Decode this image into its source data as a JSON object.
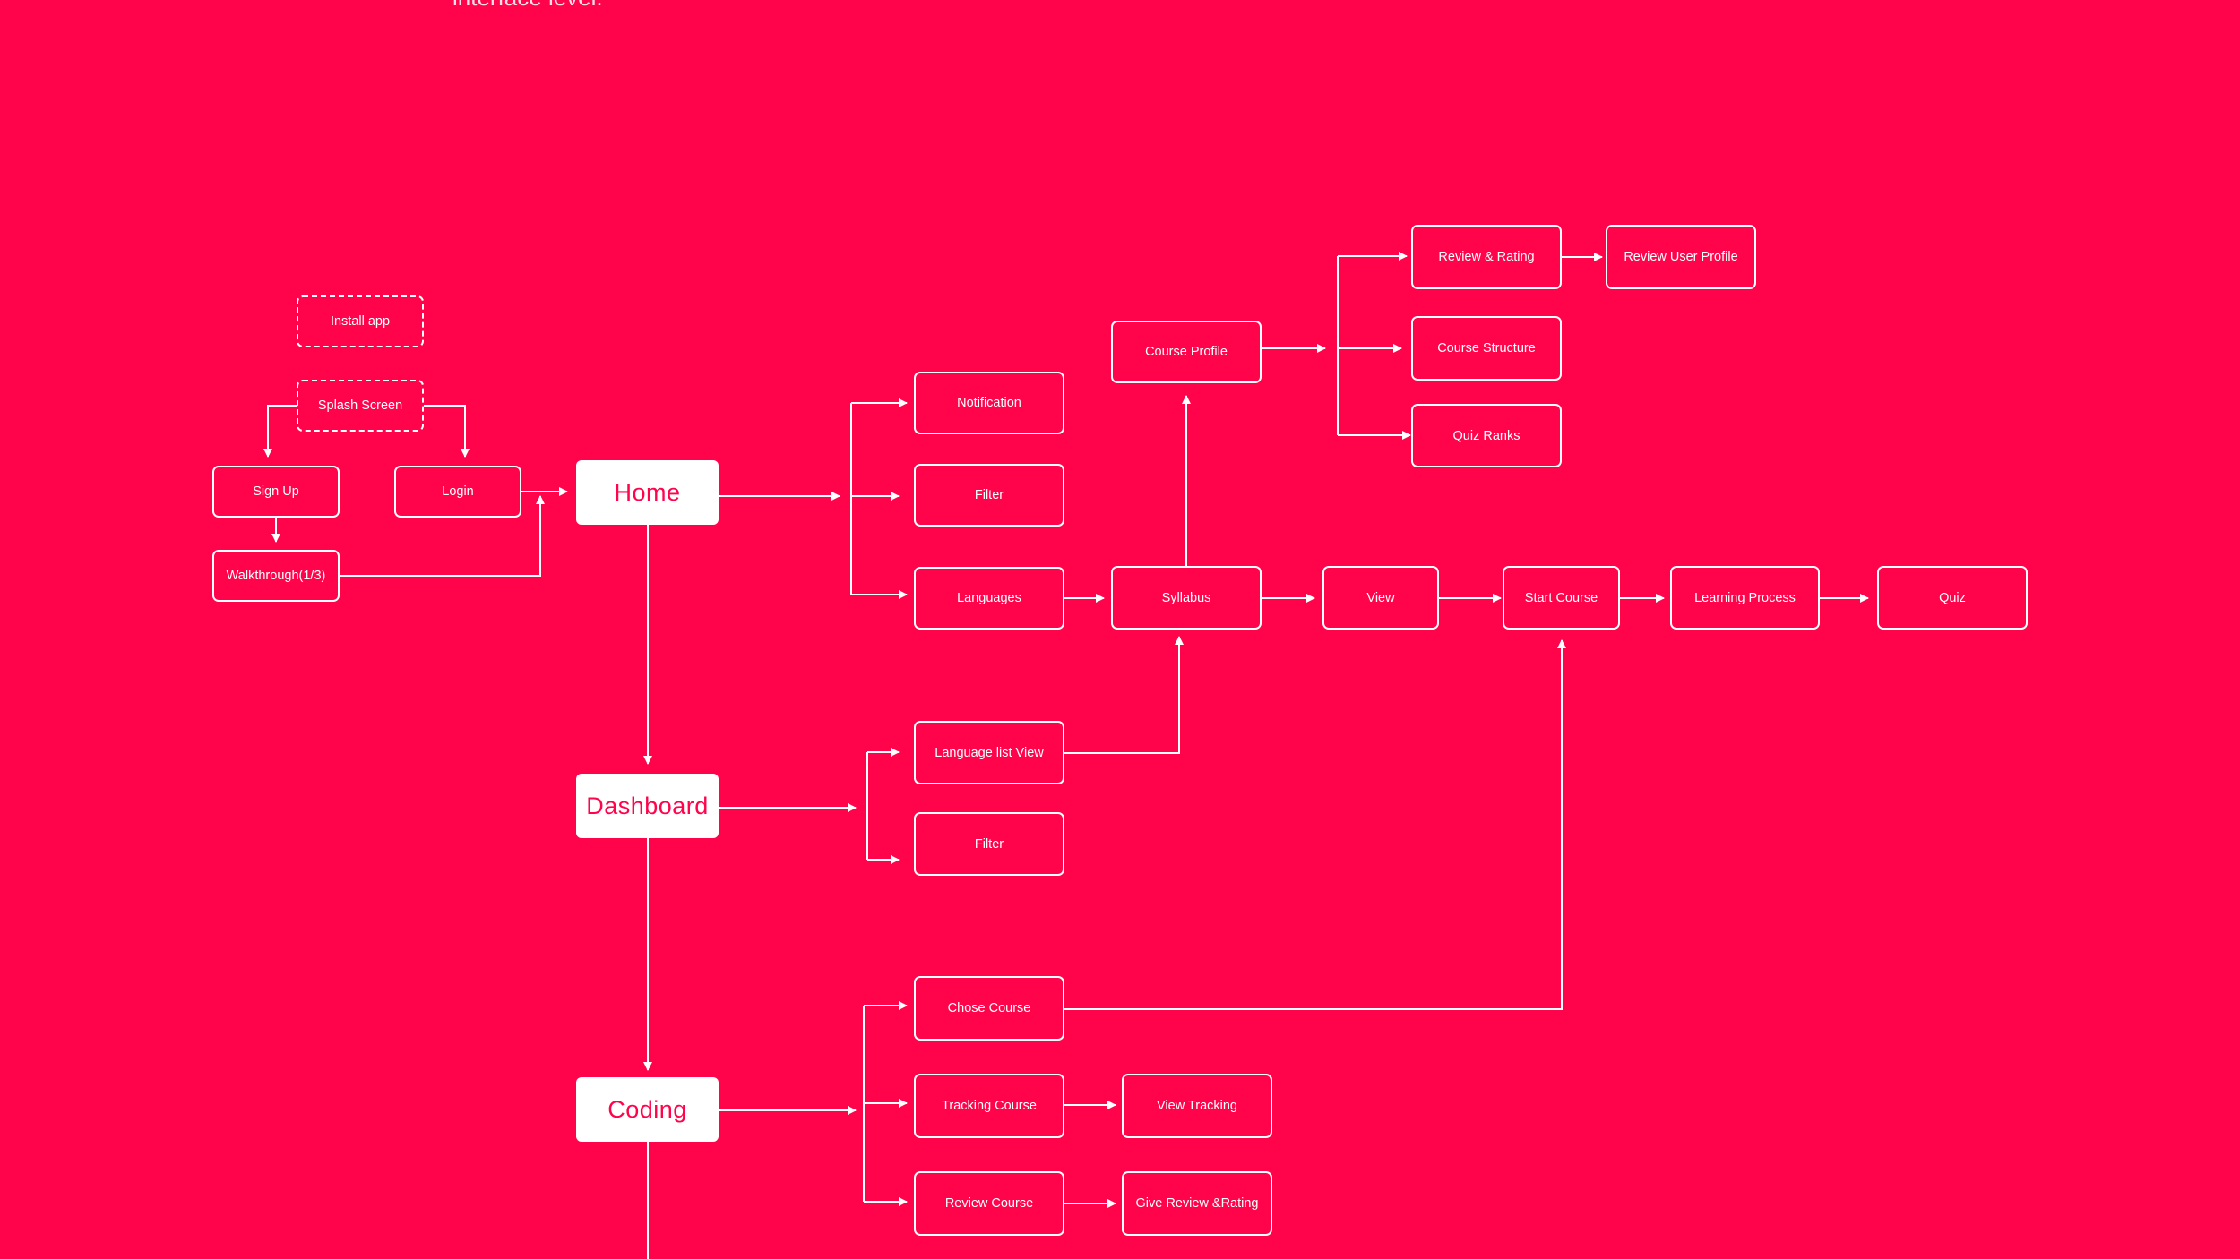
{
  "caption": "interface level.",
  "colors": {
    "background": "#ff034b",
    "line": "#ffffff",
    "primary_text": "#ff034b"
  },
  "nodes": {
    "install_app": "Install app",
    "splash_screen": "Splash Screen",
    "sign_up": "Sign Up",
    "login": "Login",
    "walkthrough": "Walkthrough(1/3)",
    "home": "Home",
    "dashboard": "Dashboard",
    "coding": "Coding",
    "notification": "Notification",
    "filter_home": "Filter",
    "languages": "Languages",
    "syllabus": "Syllabus",
    "course_profile": "Course Profile",
    "review_rating": "Review & Rating",
    "review_user_profile": "Review User Profile",
    "course_structure": "Course Structure",
    "quiz_ranks": "Quiz Ranks",
    "view": "View",
    "start_course": "Start Course",
    "learning_process": "Learning Process",
    "quiz": "Quiz",
    "language_list_view": "Language list View",
    "filter_dashboard": "Filter",
    "chose_course": "Chose Course",
    "tracking_course": "Tracking Course",
    "view_tracking": "View Tracking",
    "review_course": "Review Course",
    "give_review_rating": "Give Review &Rating"
  },
  "connections": [
    [
      "splash_screen",
      "sign_up"
    ],
    [
      "splash_screen",
      "login"
    ],
    [
      "sign_up",
      "walkthrough"
    ],
    [
      "login",
      "home"
    ],
    [
      "walkthrough",
      "home"
    ],
    [
      "home",
      "notification"
    ],
    [
      "home",
      "filter_home"
    ],
    [
      "home",
      "languages"
    ],
    [
      "home",
      "dashboard"
    ],
    [
      "dashboard",
      "coding"
    ],
    [
      "languages",
      "syllabus"
    ],
    [
      "syllabus",
      "course_profile"
    ],
    [
      "syllabus",
      "view"
    ],
    [
      "course_profile",
      "review_rating"
    ],
    [
      "course_profile",
      "course_structure"
    ],
    [
      "course_profile",
      "quiz_ranks"
    ],
    [
      "review_rating",
      "review_user_profile"
    ],
    [
      "view",
      "start_course"
    ],
    [
      "start_course",
      "learning_process"
    ],
    [
      "learning_process",
      "quiz"
    ],
    [
      "dashboard",
      "language_list_view"
    ],
    [
      "dashboard",
      "filter_dashboard"
    ],
    [
      "language_list_view",
      "syllabus"
    ],
    [
      "coding",
      "chose_course"
    ],
    [
      "coding",
      "tracking_course"
    ],
    [
      "coding",
      "review_course"
    ],
    [
      "chose_course",
      "start_course"
    ],
    [
      "tracking_course",
      "view_tracking"
    ],
    [
      "review_course",
      "give_review_rating"
    ]
  ]
}
